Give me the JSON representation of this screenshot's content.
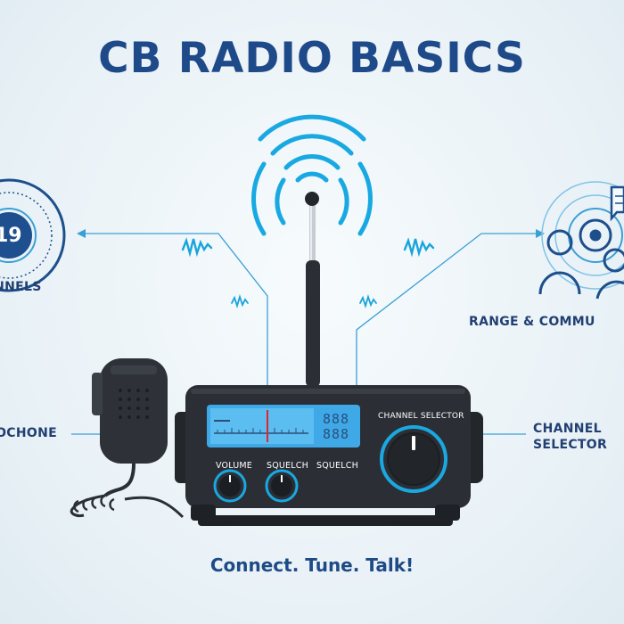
{
  "title": "CB RADIO BASICS",
  "tagline": "Connect. Tune. Talk!",
  "labels": {
    "channels": "ANNELS",
    "microphone": "ROCHONE",
    "range": "RANGE & COMMU",
    "channel_selector": "CHANNEL SELECTOR"
  },
  "panel": {
    "volume": "VOLUME",
    "squelch_1": "SQUELCH",
    "squelch_2": "SQUELCH",
    "channel_selector": "CHANNEL SELECTOR",
    "digits": "888\n888"
  },
  "dial": {
    "channel_number": "19"
  },
  "colors": {
    "title": "#1f4a8a",
    "accent": "#1aa8e0",
    "radio_body": "#2b2f35",
    "lcd": "#3fa9e8"
  },
  "icons": [
    "channel-dial-icon",
    "range-communication-icon",
    "signal-waves-icon",
    "speech-bubble-icon"
  ]
}
